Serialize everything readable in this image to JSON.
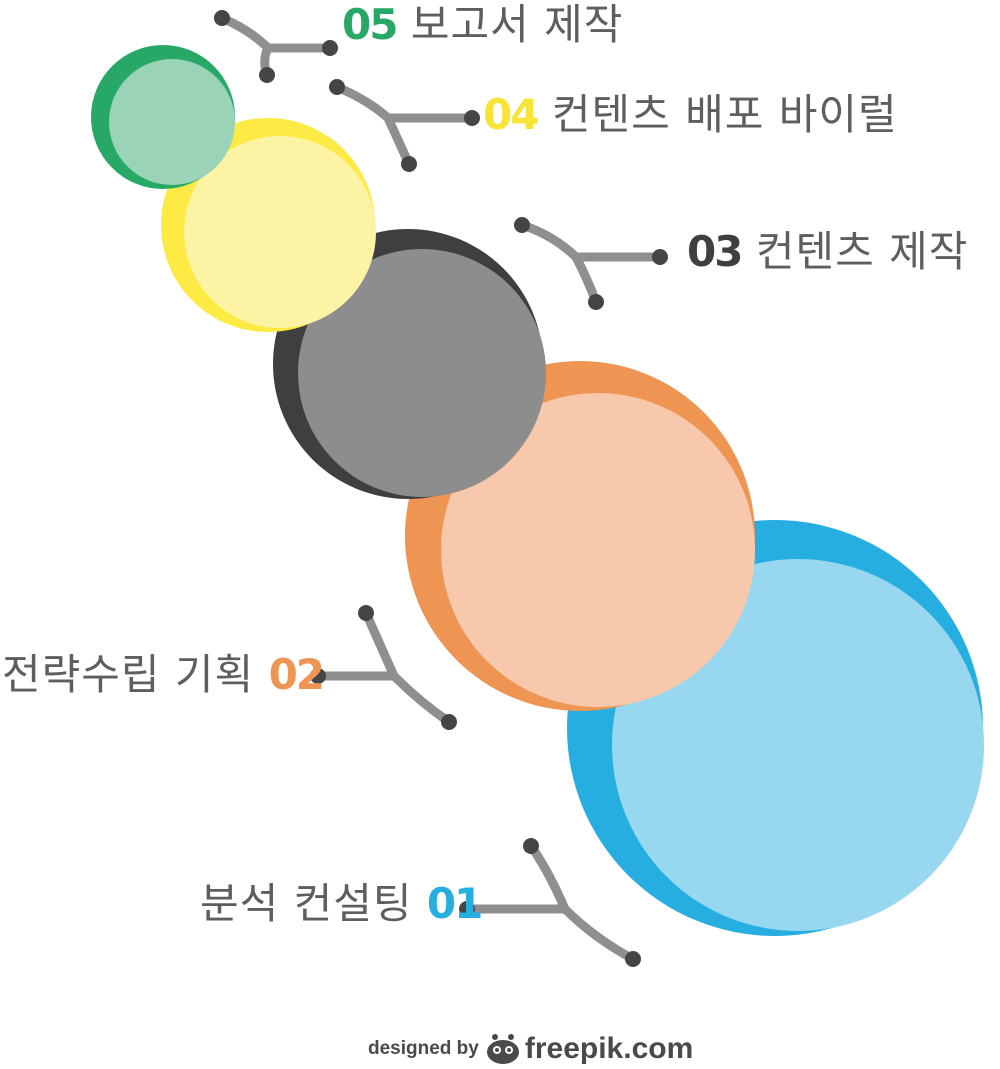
{
  "steps": [
    {
      "number": "05",
      "text": "보고서 제작",
      "color": "#27a866"
    },
    {
      "number": "04",
      "text": "컨텐츠 배포 바이럴",
      "color": "#f7e436"
    },
    {
      "number": "03",
      "text": "컨텐츠 제작",
      "color": "#3f3f3f"
    },
    {
      "number": "02",
      "text": "전략수립 기획",
      "color": "#ef9554"
    },
    {
      "number": "01",
      "text": "분석 컨설팅",
      "color": "#27aee1"
    }
  ],
  "footer": {
    "designed_by": "designed by",
    "brand": "freepik.com",
    "icon": "freepik-logo-icon"
  },
  "colors": {
    "connector": "#8f8f8f",
    "dot": "#454545",
    "text": "#5e5e5e"
  }
}
